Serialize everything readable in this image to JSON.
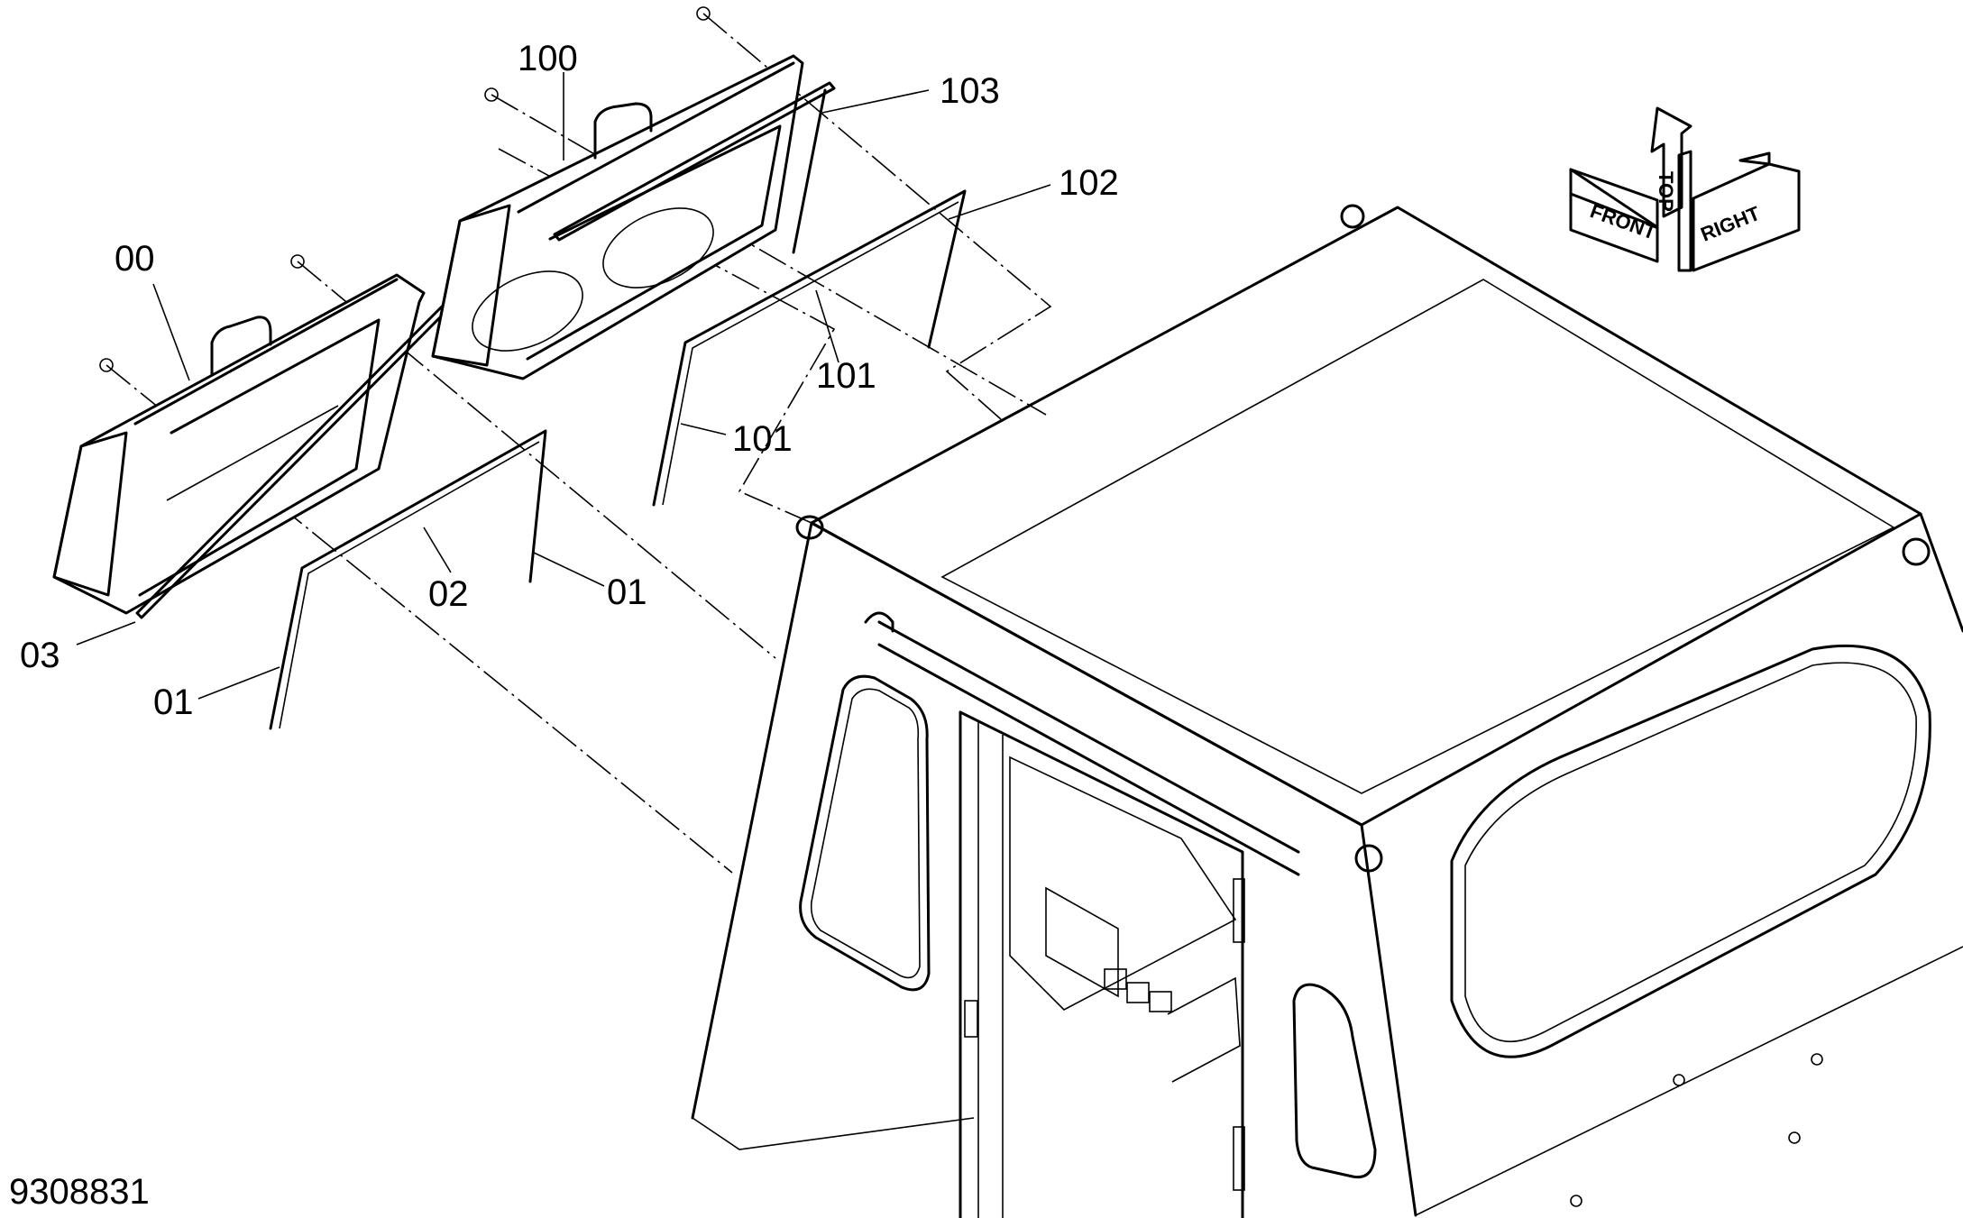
{
  "drawing_number": "9308831",
  "orientation": {
    "top": "TOP",
    "front": "FRONT",
    "right": "RIGHT"
  },
  "callouts": [
    {
      "label": "100"
    },
    {
      "label": "103"
    },
    {
      "label": "102"
    },
    {
      "label": "101"
    },
    {
      "label": "101"
    },
    {
      "label": "00"
    },
    {
      "label": "02"
    },
    {
      "label": "01"
    },
    {
      "label": "03"
    },
    {
      "label": "01"
    }
  ]
}
